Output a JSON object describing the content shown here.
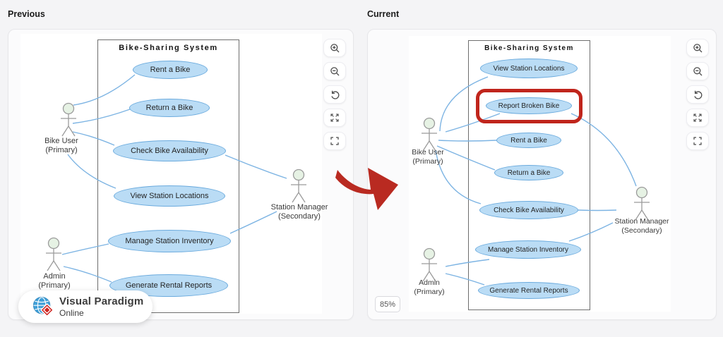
{
  "panels": {
    "previous": {
      "label": "Previous",
      "system_title": "Bike-Sharing System",
      "usecases": [
        "Rent a Bike",
        "Return a Bike",
        "Check Bike Availability",
        "View Station Locations",
        "Manage Station Inventory",
        "Generate Rental Reports"
      ],
      "actors": [
        {
          "name": "Bike User",
          "role": "(Primary)"
        },
        {
          "name": "Admin",
          "role": "(Primary)"
        },
        {
          "name": "Station Manager",
          "role": "(Secondary)"
        }
      ]
    },
    "current": {
      "label": "Current",
      "system_title": "Bike-Sharing System",
      "usecases": [
        "View Station Locations",
        "Report Broken Bike",
        "Rent a Bike",
        "Return a Bike",
        "Check Bike Availability",
        "Manage Station Inventory",
        "Generate Rental Reports"
      ],
      "highlighted_usecase": "Report Broken Bike",
      "zoom_level": "85%",
      "actors": [
        {
          "name": "Bike User",
          "role": "(Primary)"
        },
        {
          "name": "Admin",
          "role": "(Primary)"
        },
        {
          "name": "Station Manager",
          "role": "(Secondary)"
        }
      ]
    }
  },
  "toolbar": {
    "buttons": [
      "zoom-in",
      "zoom-out",
      "reset-view",
      "expand",
      "fullscreen"
    ]
  },
  "logo": {
    "title": "Visual Paradigm",
    "subtitle": "Online"
  },
  "colors": {
    "usecase_fill": "#badcf5",
    "usecase_stroke": "#6aaadd",
    "connector_blue": "#7db4e3",
    "highlight_red": "#c0251c",
    "arrow_red": "#b92a21",
    "actor_head_fill": "#e6f2e4",
    "boundary_stroke": "#6e6e6e"
  }
}
